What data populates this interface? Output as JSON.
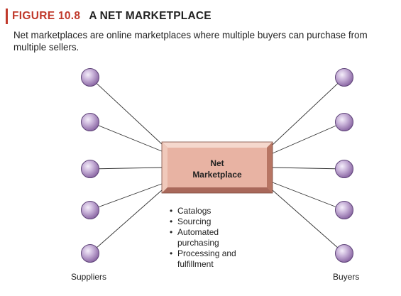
{
  "figure": {
    "label": "FIGURE 10.8",
    "title": "A NET MARKETPLACE",
    "caption": "Net marketplaces are online marketplaces where multiple buyers can purchase from multiple sellers."
  },
  "center": {
    "line1": "Net",
    "line2": "Marketplace"
  },
  "features": [
    "Catalogs",
    "Sourcing",
    "Automated purchasing",
    "Processing and fulfillment"
  ],
  "left_group": {
    "label": "Suppliers",
    "count": 5
  },
  "right_group": {
    "label": "Buyers",
    "count": 5
  },
  "colors": {
    "accent": "#c0392b",
    "box_fill": "#e8b3a3",
    "node_fill": "#b49bc8"
  }
}
